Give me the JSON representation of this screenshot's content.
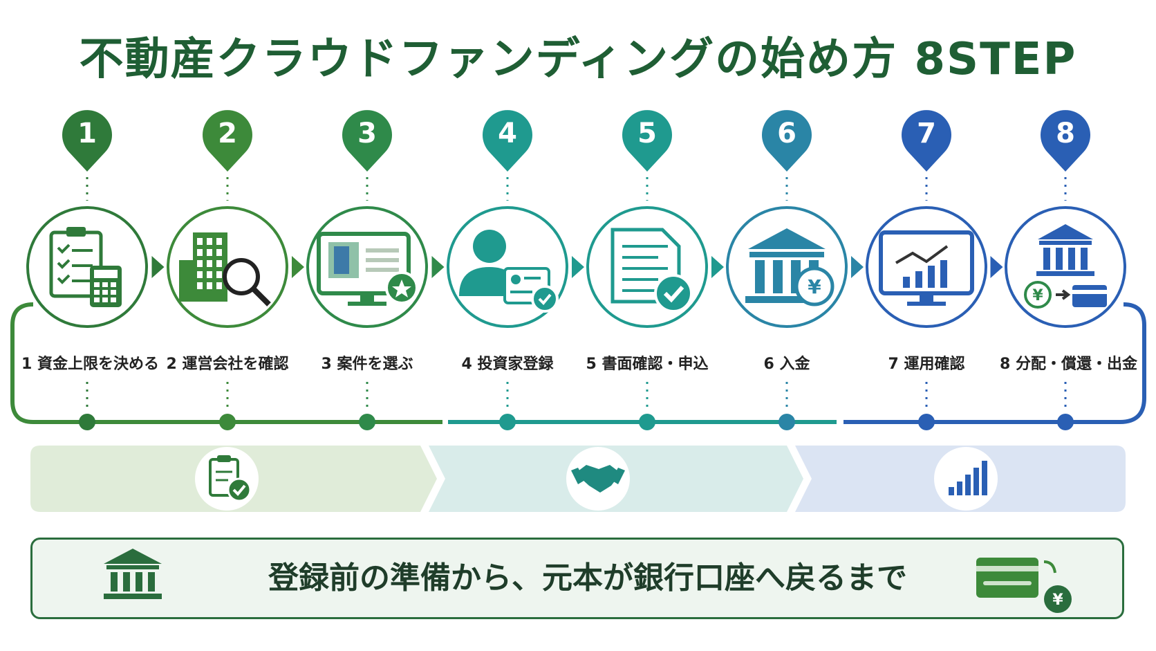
{
  "title": "不動産クラウドファンディングの始め方 8STEP",
  "colors": {
    "green": "#3d8a3a",
    "teal": "#1f9a8f",
    "blue": "#2a5fb4",
    "title": "#1f5e34"
  },
  "steps": [
    {
      "number": "1",
      "label": "1 資金上限を決める",
      "icon": "clipboard-calculator-icon"
    },
    {
      "number": "2",
      "label": "2 運営会社を確認",
      "icon": "building-magnifier-icon"
    },
    {
      "number": "3",
      "label": "3 案件を選ぶ",
      "icon": "monitor-listing-star-icon"
    },
    {
      "number": "4",
      "label": "4 投資家登録",
      "icon": "person-id-card-icon"
    },
    {
      "number": "5",
      "label": "5 書面確認・申込",
      "icon": "document-check-icon"
    },
    {
      "number": "6",
      "label": "6 入金",
      "icon": "bank-yen-icon"
    },
    {
      "number": "7",
      "label": "7 運用確認",
      "icon": "monitor-chart-icon"
    },
    {
      "number": "8",
      "label": "8 分配・償還・出金",
      "icon": "bank-yen-card-icon"
    }
  ],
  "phases": [
    {
      "icon": "clipboard-check-icon"
    },
    {
      "icon": "handshake-icon"
    },
    {
      "icon": "bar-chart-icon"
    }
  ],
  "footer": {
    "text": "登録前の準備から、元本が銀行口座へ戻るまで",
    "left_icon": "bank-icon",
    "right_icon": "card-yen-icon"
  }
}
